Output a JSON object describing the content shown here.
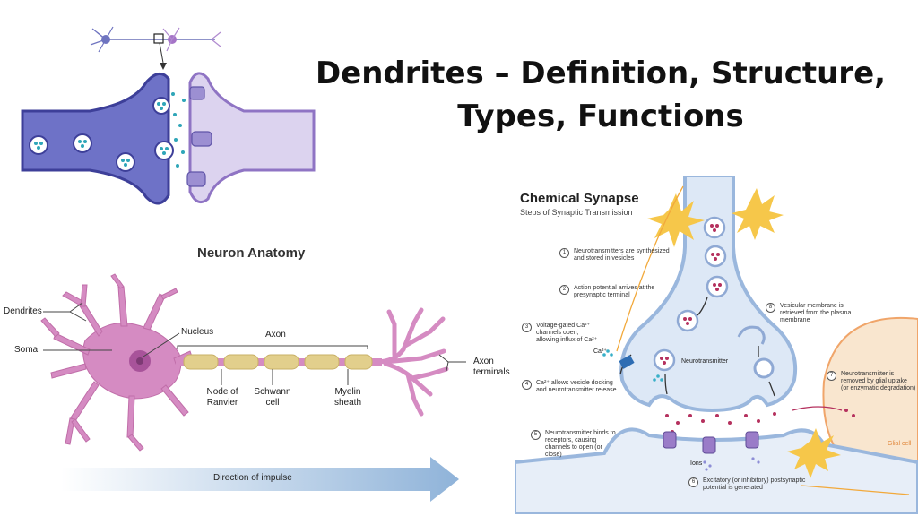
{
  "page": {
    "title_line1": "Dendrites – Definition, Structure,",
    "title_line2": "Types, Functions"
  },
  "neuron_anatomy": {
    "title": "Neuron Anatomy",
    "labels": {
      "dendrites": "Dendrites",
      "soma": "Soma",
      "nucleus": "Nucleus",
      "axon": "Axon",
      "axon_terminals_1": "Axon",
      "axon_terminals_2": "terminals",
      "node_1": "Node of",
      "node_2": "Ranvier",
      "schwann_1": "Schwann",
      "schwann_2": "cell",
      "myelin_1": "Myelin",
      "myelin_2": "sheath"
    },
    "direction_label": "Direction of impulse"
  },
  "chemical_synapse": {
    "title": "Chemical Synapse",
    "subtitle": "Steps of Synaptic Transmission",
    "steps": [
      {
        "num": "1",
        "text": "Neurotransmitters are synthesized and stored in vesicles"
      },
      {
        "num": "2",
        "text": "Action potential arrives at the presynaptic terminal"
      },
      {
        "num": "3",
        "text": "Voltage-gated Ca²⁺ channels open, allowing influx of Ca²⁺"
      },
      {
        "num": "4",
        "text": "Ca²⁺ allows vesicle docking and neurotransmitter release"
      },
      {
        "num": "5",
        "text": "Neurotransmitter binds to receptors, causing channels to open (or close)"
      },
      {
        "num": "6",
        "text": "Excitatory (or inhibitory) postsynaptic potential is generated"
      },
      {
        "num": "7",
        "text": "Neurotransmitter is removed by glial uptake (or enzymatic degradation)"
      },
      {
        "num": "8",
        "text": "Vesicular membrane is retrieved from the plasma membrane"
      }
    ],
    "labels": {
      "ca": "Ca²⁺",
      "neurotransmitter": "Neurotransmitter",
      "ions": "Ions",
      "glial_cell": "Glial cell"
    }
  },
  "colors": {
    "presynaptic": "#7b7fc9",
    "postsynaptic": "#d9d2ee",
    "neuron": "#d98fc6",
    "myelin": "#e3d28c",
    "synapse_fill": "#d7e3f5",
    "glial": "#f8e4cc"
  }
}
